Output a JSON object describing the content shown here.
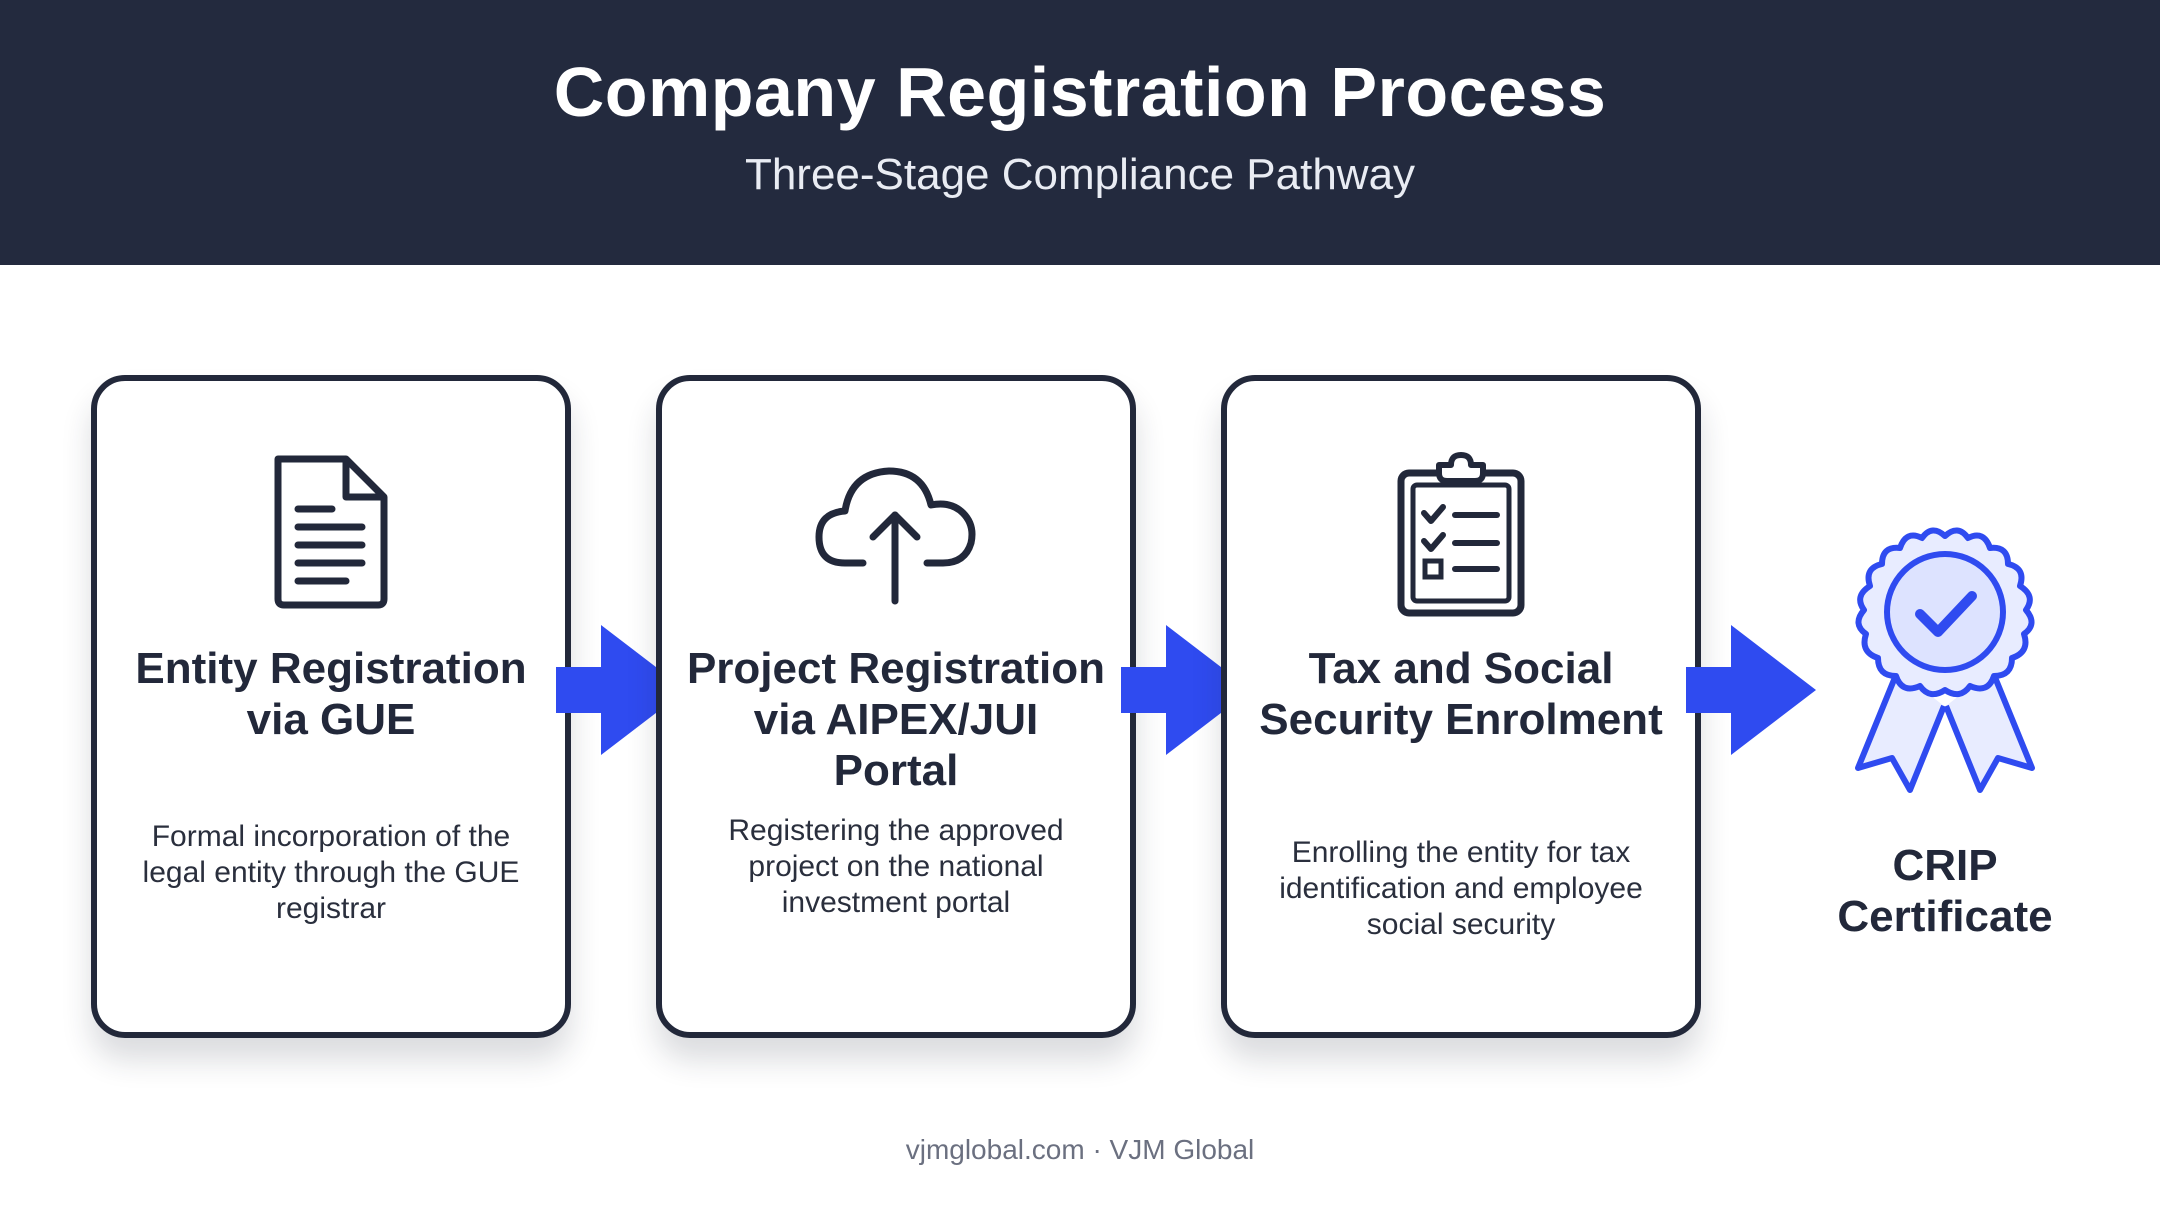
{
  "header": {
    "title": "Company Registration Process",
    "subtitle": "Three-Stage Compliance Pathway"
  },
  "stages": [
    {
      "icon": "document-icon",
      "title": "Entity Registration via GUE",
      "description": "Formal incorporation of the legal entity through the GUE registrar"
    },
    {
      "icon": "cloud-upload-icon",
      "title": "Project Registration via AIPEX/JUI Portal",
      "description": "Registering the approved project on the national investment portal"
    },
    {
      "icon": "clipboard-checklist-icon",
      "title": "Tax and Social Security Enrolment",
      "description": "Enrolling the entity for tax identification and employee social security"
    }
  ],
  "final": {
    "icon": "award-badge-icon",
    "label": "CRIP Certificate"
  },
  "footer": {
    "text": "vjmglobal.com · VJM Global"
  },
  "colors": {
    "header_bg": "#232a3e",
    "accent": "#2f4bf0",
    "card_border": "#22283a",
    "badge_fill": "#e8ecff"
  }
}
